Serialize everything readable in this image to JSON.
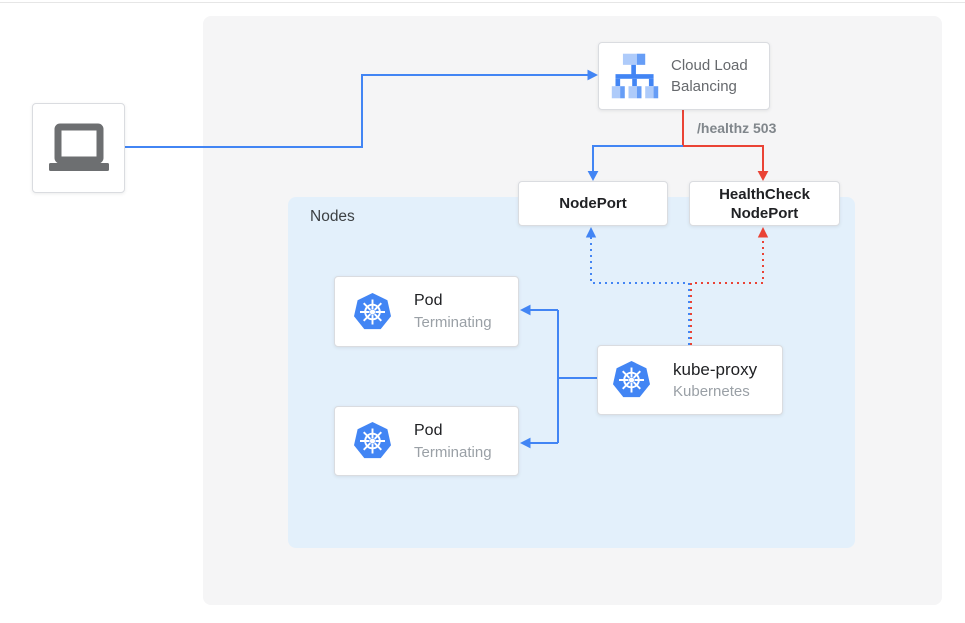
{
  "diagram": {
    "colors": {
      "blue": "#4285f4",
      "red": "#ea4335",
      "nodes_bg": "#e3f0fb",
      "panel_bg": "#f5f5f6",
      "box_border": "#dadce0",
      "title_text": "#202124",
      "subtitle_text": "#9aa0a6",
      "healthz_text": "#80868b",
      "icon_blue_light": "#aecbfa",
      "icon_blue_mid": "#669df6",
      "laptop_gray": "#6d6f71"
    },
    "nodes_group": {
      "label": "Nodes"
    },
    "user": {
      "icon": "laptop-icon"
    },
    "clb": {
      "line1": "Cloud Load",
      "line2": "Balancing",
      "icon": "load-balancer-icon"
    },
    "nodeport": {
      "title": "NodePort"
    },
    "healthcheck": {
      "line1": "HealthCheck",
      "line2": "NodePort"
    },
    "pod1": {
      "title": "Pod",
      "subtitle": "Terminating",
      "icon": "kubernetes-icon"
    },
    "pod2": {
      "title": "Pod",
      "subtitle": "Terminating",
      "icon": "kubernetes-icon"
    },
    "kube_proxy": {
      "title": "kube-proxy",
      "subtitle": "Kubernetes",
      "icon": "kubernetes-icon"
    },
    "healthz_label": "/healthz 503",
    "edges": [
      {
        "from": "user",
        "to": "cloud-load-balancing",
        "style": "solid",
        "color": "blue"
      },
      {
        "from": "cloud-load-balancing",
        "to": "nodeport",
        "style": "solid",
        "color": "blue"
      },
      {
        "from": "cloud-load-balancing",
        "to": "healthcheck-nodeport",
        "style": "solid",
        "color": "red",
        "label": "/healthz 503"
      },
      {
        "from": "kube-proxy",
        "to": "pod-1",
        "style": "solid",
        "color": "blue"
      },
      {
        "from": "kube-proxy",
        "to": "pod-2",
        "style": "solid",
        "color": "blue"
      },
      {
        "from": "kube-proxy",
        "to": "nodeport",
        "style": "dotted",
        "color": "blue"
      },
      {
        "from": "kube-proxy",
        "to": "healthcheck-nodeport",
        "style": "dotted",
        "color": "red"
      }
    ]
  }
}
